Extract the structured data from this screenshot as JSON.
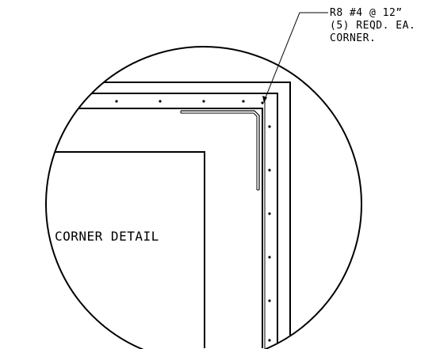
{
  "callout": {
    "line1": "R8 #4 @ 12”",
    "line2": "(5) REQD. EA.",
    "line3": "CORNER."
  },
  "detail_label": "CORNER DETAIL",
  "colors": {
    "ink": "#000000",
    "paper": "#ffffff"
  }
}
